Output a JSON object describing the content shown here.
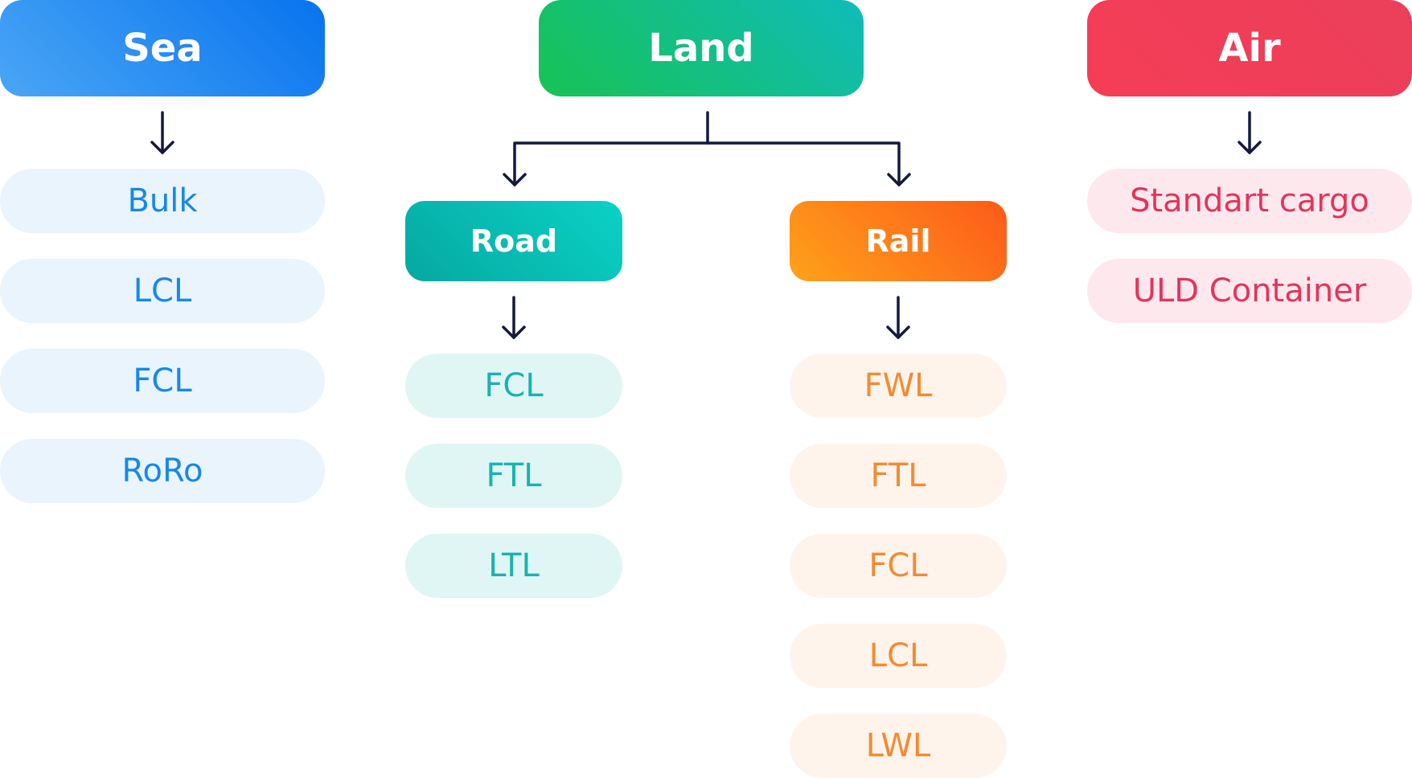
{
  "sea": {
    "title": "Sea",
    "items": [
      "Bulk",
      "LCL",
      "FCL",
      "RoRo"
    ]
  },
  "land": {
    "title": "Land",
    "road": {
      "title": "Road",
      "items": [
        "FCL",
        "FTL",
        "LTL"
      ]
    },
    "rail": {
      "title": "Rail",
      "items": [
        "FWL",
        "FTL",
        "FCL",
        "LCL",
        "LWL"
      ]
    }
  },
  "air": {
    "title": "Air",
    "items": [
      "Standart cargo",
      "ULD Container"
    ]
  },
  "colors": {
    "sea": "#0773ee",
    "land": "#17c254",
    "air": "#f63d56",
    "road": "#0ad2c6",
    "rail": "#fd5a1a",
    "connector": "#141a3c"
  }
}
